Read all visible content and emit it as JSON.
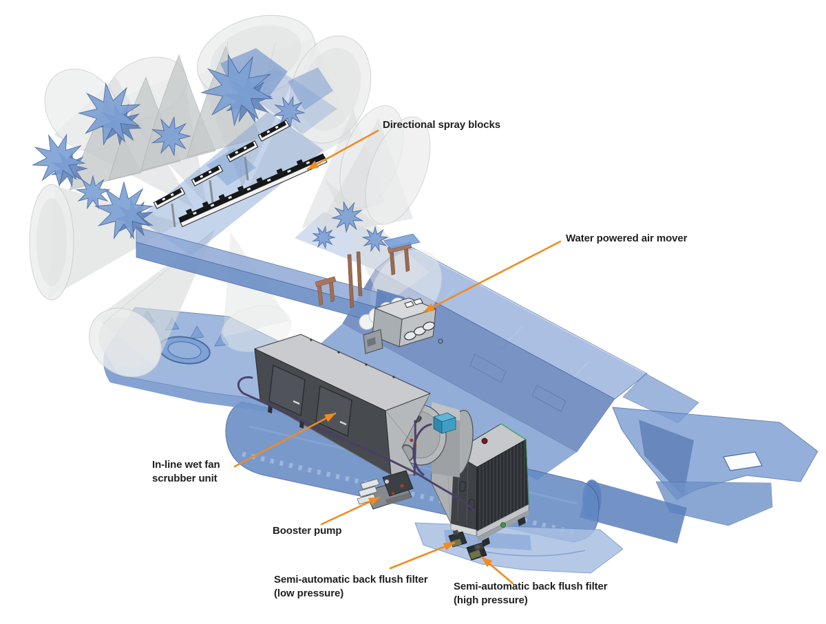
{
  "figure": {
    "kind": "technical-illustration",
    "subject": "dust suppression system on a continuous miner",
    "background_color": "#ffffff",
    "accent_color": "#F28B1E",
    "label_text_color": "#1F1F1F",
    "machine_body_blue": "#7D9FD3",
    "machine_body_blue_dark": "#5879B7",
    "spray_cone_gray": "#D9DBDC",
    "equipment_gray_light": "#C9CBCE",
    "equipment_gray_dark": "#3E4246",
    "hose_purple": "#4A3E66",
    "motor_teal": "#3F9FC4"
  },
  "annotations": [
    {
      "id": "directional-spray-blocks",
      "lines": [
        "Directional spray blocks"
      ]
    },
    {
      "id": "water-powered-air-mover",
      "lines": [
        "Water powered air mover"
      ]
    },
    {
      "id": "inline-wet-fan-scrubber-unit",
      "lines": [
        "In-line wet fan",
        "scrubber unit"
      ]
    },
    {
      "id": "booster-pump",
      "lines": [
        "Booster pump"
      ]
    },
    {
      "id": "backflush-filter-low",
      "lines": [
        "Semi-automatic back flush filter",
        "(low pressure)"
      ]
    },
    {
      "id": "backflush-filter-high",
      "lines": [
        "Semi-automatic back flush filter",
        "(high pressure)"
      ]
    }
  ]
}
